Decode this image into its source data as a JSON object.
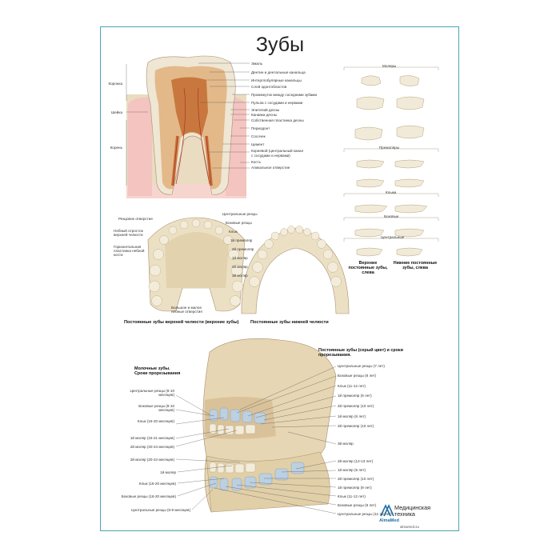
{
  "title": "Зубы",
  "tooth_section": {
    "left": [
      "Коронка",
      "Шейка",
      "Корень"
    ],
    "right": [
      "Эмаль",
      "Дентин и дентальные канальца",
      "Интерглобулярные канальцы",
      "Слой одонтобластов",
      "Промежуток между соседними зубами",
      "Пульпа с сосудами и нервами",
      "Эпителий десны",
      "Канавка десны",
      "Собственная пластинка десны",
      "Периодонт",
      "Сосочек",
      "Цемент",
      "Корневой (центральный канал",
      "с сосудами и нервами)",
      "Кость",
      "Апикальное отверстие"
    ]
  },
  "teeth_types": {
    "molars": "Моляры",
    "premolars": "Премоляры",
    "canines": "Клыки",
    "lateral": "Боковые",
    "central": "Центральные",
    "upper_caption": "Верхние постоянные зубы, слева",
    "lower_caption": "Нижние постоянные зубы, слева"
  },
  "jaws": {
    "upper_left": [
      "Резцовое отверстие",
      "Небный отросток верхней челюсти",
      "Горизонтальная пластинка небной кости"
    ],
    "center": [
      "Центральные резцы",
      "Боковые резцы",
      "Клык",
      "1й премоляр",
      "2й премоляр",
      "1й моляр",
      "2й моляр",
      "3й моляр"
    ],
    "bottom": "Большое и малое небные отверстия",
    "upper_caption": "Постоянные зубы верхней челюсти (верхние зубы)",
    "lower_caption": "Постоянные зубы нижней челюсти"
  },
  "skull": {
    "milk_title": "Молочные зубы. Сроки прорезывания",
    "milk": [
      "Центральные резцы (6-10 месяцев)",
      "Боковые резцы (8-10 месяцев)",
      "Клык (16-20 месяцев)",
      "1й моляр (15-21 месяцев)",
      "2й моляр (20-24 месяцев)",
      "2й моляр (20-24 месяцев)",
      "1й моляр",
      "Клык (16-20 месяцев)",
      "Боковые резцы (16-20 месяцев)",
      "Центральные резцы (6-9 месяцев)"
    ],
    "permanent_title": "Постоянные зубы (серый цвет) и сроки прорезывания.",
    "permanent": [
      "Центральные резцы (7 лет)",
      "Боковые резцы (8 лет)",
      "Клык (11-12 лет)",
      "1й премоляр (9 лет)",
      "2й премоляр (10 лет)",
      "1й моляр (6 лет)",
      "2й премоляр (10 лет)",
      "3й моляр",
      "2й моляр (12-13 лет)",
      "1й моляр (6 лет)",
      "2й премоляр (10 лет)",
      "1й премоляр (9 лет)",
      "Клык (11-12 лет)",
      "Боковые резцы (8 лет)",
      "Центральные резцы (11-12 лет)"
    ]
  },
  "brand": {
    "line1": "Медицинская",
    "line2": "техника",
    "logo": "AlmaMed",
    "site": "almamed.su"
  },
  "colors": {
    "frame": "#4aa6b0",
    "bone": "#d9c7a1",
    "dentin": "#e6c9a0",
    "pulp": "#c9743b",
    "gum": "#f2b8b8",
    "enamel": "#f3efe6"
  }
}
